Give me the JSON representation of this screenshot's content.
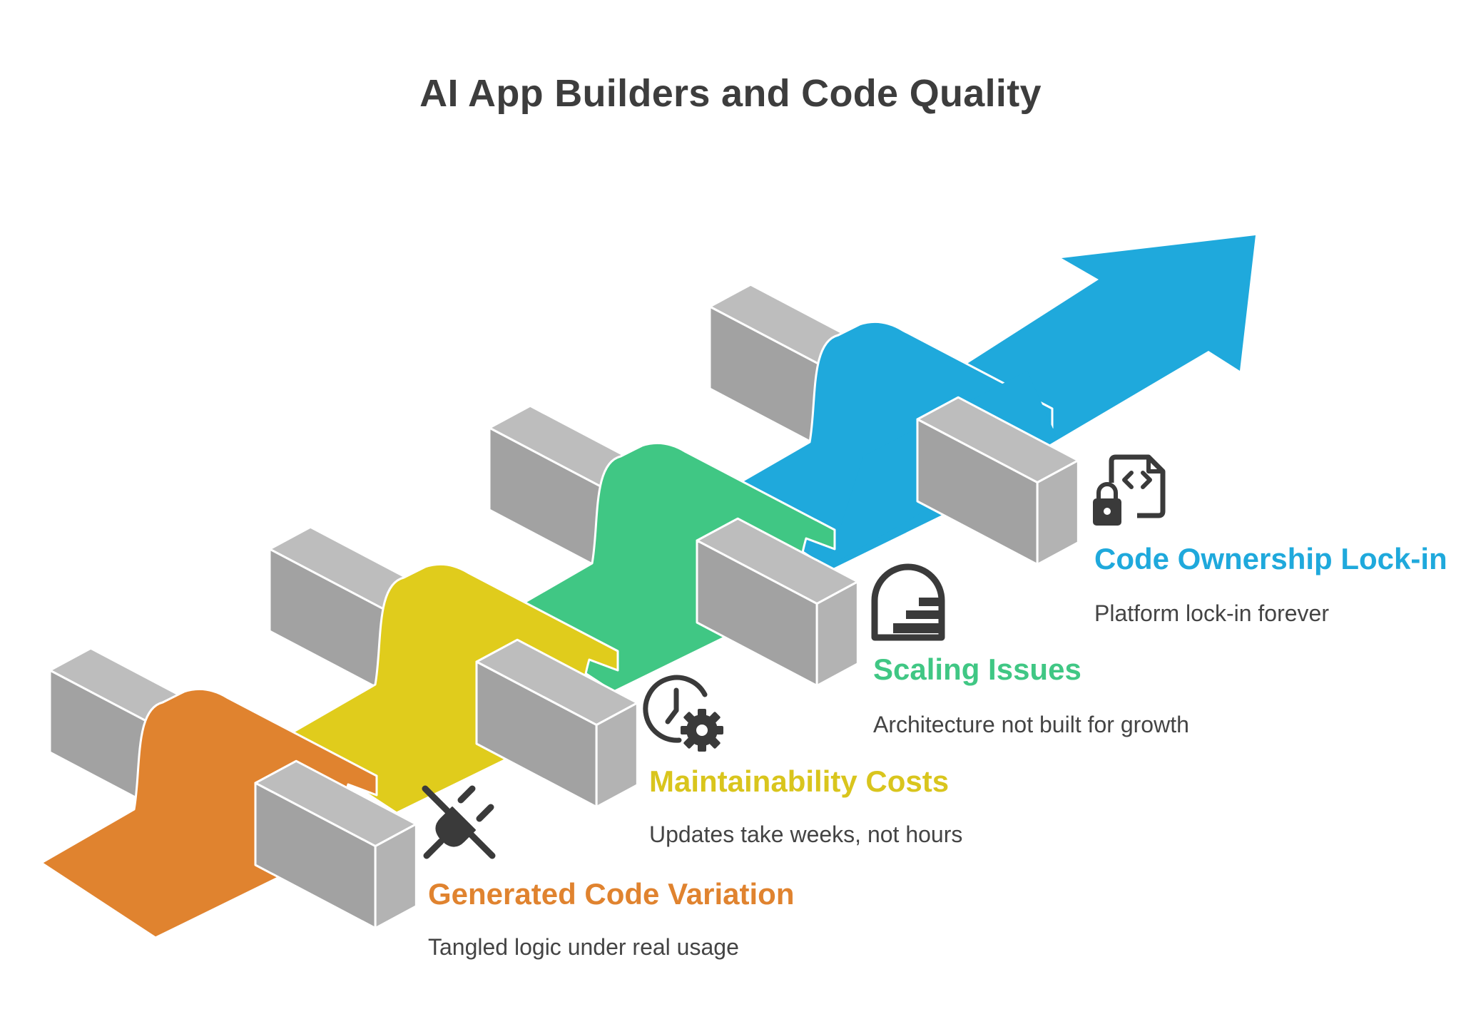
{
  "title": "AI App Builders and Code Quality",
  "colors": {
    "orange": "#E0832F",
    "yellow": "#E0CC1C",
    "green": "#40C784",
    "blue": "#1FA9DC",
    "block_top": "#BDBDBD",
    "block_front": "#A2A2A2",
    "block_side": "#B3B3B3",
    "icon": "#3A3A3A",
    "text": "#444444"
  },
  "steps": [
    {
      "id": "generated-code-variation",
      "title": "Generated Code Variation",
      "description": "Tangled logic under real usage",
      "color": "#E0832F",
      "icon": "unplugged-plug-icon"
    },
    {
      "id": "maintainability-costs",
      "title": "Maintainability Costs",
      "description": "Updates take weeks, not hours",
      "color": "#D9C51D",
      "icon": "clock-gear-icon"
    },
    {
      "id": "scaling-issues",
      "title": "Scaling Issues",
      "description": "Architecture not built for growth",
      "color": "#40C784",
      "icon": "scaling-stairs-icon"
    },
    {
      "id": "code-ownership-lock-in",
      "title": "Code Ownership Lock-in",
      "description": "Platform lock-in forever",
      "color": "#1FA9DC",
      "icon": "locked-code-file-icon"
    }
  ]
}
